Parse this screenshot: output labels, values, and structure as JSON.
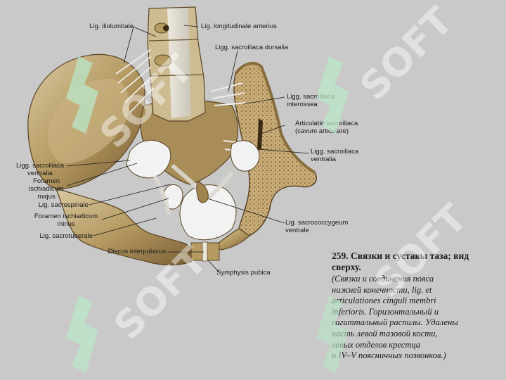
{
  "labels": {
    "lig_iliolumbale": "Lig. iliolumbale",
    "lig_longitudinale_anterius": "Lig. longitudinale anterius",
    "ligg_sacroiliaca_dorsalia": "Ligg. sacroiliaca dorsalia",
    "ligg_sacroiliaca_interossea": "Ligg. sacroiliaca\ninterossea",
    "articulatio_sacroiliaca": "Articulatio sacroiliaca\n(cavum articulare)",
    "ligg_sacroiliaca_ventralia_right": "Ligg. sacroiliaca\nventralia",
    "ligg_sacroiliaca_ventralia_left": "Ligg. sacroiliaca\nventralia",
    "foramen_ischiadicum_majus": "Foramen\nischiadicum\nmajus",
    "lig_sacrospinale": "Lig. sacrospinale",
    "foramen_ischiadicum_minus": "Foramen ischiadicum\nminus",
    "lig_sacrotuberale": "Lig. sacrotuberale",
    "lig_sacrococcygeum_ventrale": "Lig. sacrococcygeum\nventrale",
    "discus_interpubicus": "Discus interpubicus",
    "symphysis_pubica": "Symphysis pubica"
  },
  "caption": {
    "title": "259. Связки и суставы таза; вид\nсверху.",
    "body": "(Связки и соединения пояса\nнижней конечности, lig. et\narticulationes cinguli membri\ninferioris. Горизонтальный и\nсагиттальный распилы. Удалены\nчасть левой тазовой кости,\nлевых отделов крестца\nи IV–V поясничных позвонков.)"
  },
  "watermark": {
    "text": "SOFT",
    "color": "#ffffff",
    "logo_color": "#b9e6c7"
  },
  "colors": {
    "background": "#c9c9c9",
    "bone": "#b59a62",
    "bone_light": "#d8c8a0",
    "bone_dark": "#6e5530",
    "ligament": "#e6e4dc",
    "cancellous": "#c7ac78"
  }
}
